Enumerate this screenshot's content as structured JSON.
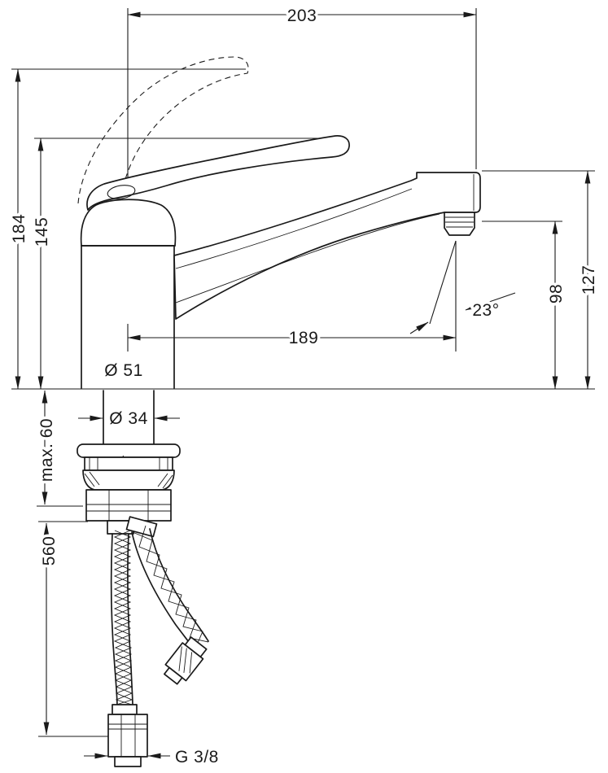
{
  "drawing": {
    "dimensions": {
      "top_width": "203",
      "overall_height": "184",
      "handle_height": "145",
      "spout_top_height": "127",
      "outlet_height": "98",
      "spout_reach": "189",
      "spray_angle": "23°",
      "body_diameter": "Ø 51",
      "shank_diameter": "Ø 34",
      "max_deck_thickness": "max. 60",
      "hose_length": "560",
      "connection_thread": "G 3/8"
    },
    "colors": {
      "line": "#1a1a1a",
      "background": "#ffffff"
    }
  }
}
